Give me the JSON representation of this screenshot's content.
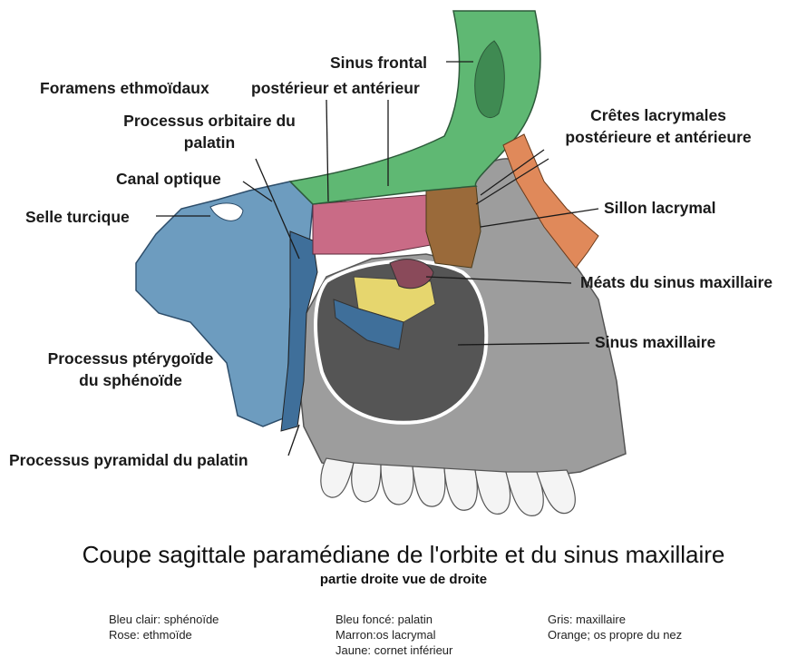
{
  "labels": {
    "sinus_frontal": "Sinus frontal",
    "foramens_ethmoidaux": "Foramens ethmoïdaux",
    "posterieur_anterieur": "postérieur et antérieur",
    "processus_orbitaire_1": "Processus orbitaire du",
    "processus_orbitaire_2": "palatin",
    "cretes_lacrymales_1": "Crêtes lacrymales",
    "cretes_lacrymales_2": "postérieure et antérieure",
    "canal_optique": "Canal optique",
    "selle_turcique": "Selle turcique",
    "sillon_lacrymal": "Sillon lacrymal",
    "meats_sinus": "Méats du sinus maxillaire",
    "sinus_maxillaire": "Sinus maxillaire",
    "pterygoide_1": "Processus ptérygoïde",
    "pterygoide_2": "du sphénoïde",
    "pyramidal": "Processus pyramidal du palatin"
  },
  "title": "Coupe sagittale paramédiane de l'orbite et du sinus maxillaire",
  "subtitle": "partie droite vue de droite",
  "legend": {
    "col1": [
      "Bleu clair: sphénoïde",
      "Rose: ethmoïde"
    ],
    "col2": [
      "Bleu foncé: palatin",
      "Marron:os lacrymal",
      "Jaune: cornet inférieur"
    ],
    "col3": [
      "Gris: maxillaire",
      "Orange; os propre du nez"
    ]
  },
  "colors": {
    "sphenoid": "#6d9cbf",
    "palatine": "#3f6f9a",
    "ethmoid": "#c96b86",
    "frontal": "#5fb873",
    "lacrimal": "#9a6a3a",
    "concha": "#e6d66e",
    "maxilla": "#9a9a9a",
    "nasal": "#e0895a"
  }
}
